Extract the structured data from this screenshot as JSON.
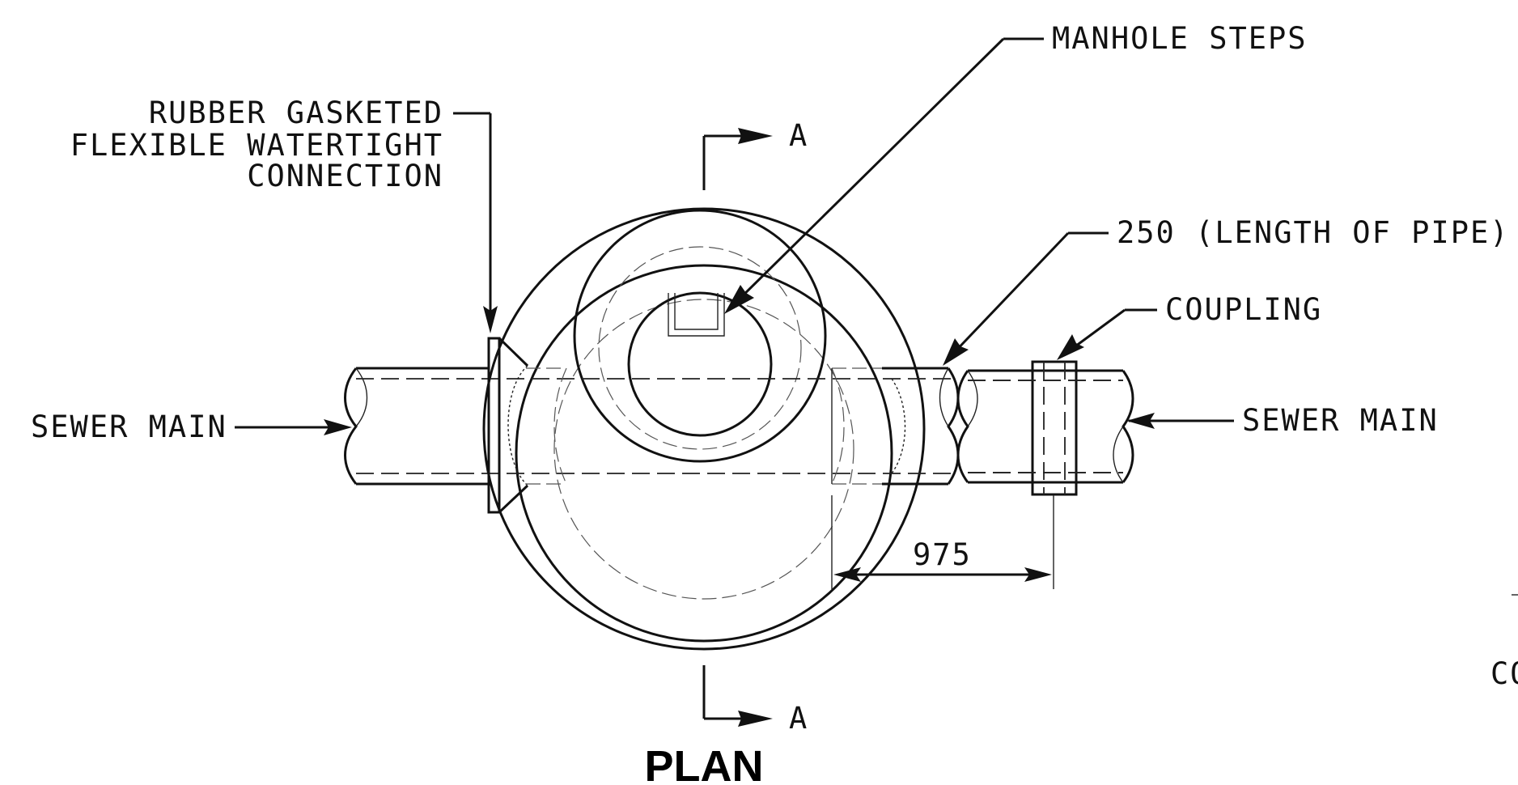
{
  "labels": {
    "manhole_steps": "MANHOLE STEPS",
    "gasket_line1": "RUBBER GASKETED",
    "gasket_line2": "FLEXIBLE WATERTIGHT",
    "gasket_line3": "CONNECTION",
    "pipe_length": "250 (LENGTH OF PIPE)",
    "coupling": "COUPLING",
    "sewer_main_left": "SEWER MAIN",
    "sewer_main_right": "SEWER MAIN",
    "dimension": "975",
    "section_top": "A",
    "section_bottom": "A",
    "title": "PLAN",
    "clipped_edge_text": "CO"
  }
}
